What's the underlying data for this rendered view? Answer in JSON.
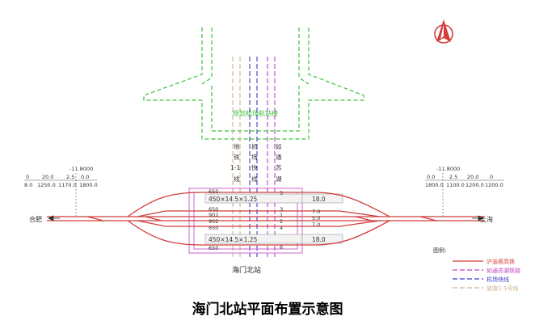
{
  "caption": "海门北站平面布置示意图",
  "station_name": "海门北站",
  "terminal_building_label": "规划机场航站楼",
  "vertical_line_labels": {
    "metro": "地铁1-1线",
    "airport_express": "机场快线",
    "jiangsu_lake": "如通苏湖"
  },
  "city_west": "合肥",
  "city_east": "上海",
  "platforms": {
    "upper_spec": "450×14.5×1.25",
    "lower_spec": "450×14.5×1.25",
    "upper_width": "18.0",
    "lower_width": "18.0"
  },
  "track_numbers": [
    "5",
    "3",
    "1",
    "2",
    "4",
    "6"
  ],
  "track_spacings_left": [
    "650",
    "650",
    "902",
    "902",
    "650",
    "650"
  ],
  "track_spacings_right": [
    "7.0",
    "5.0",
    "7.0"
  ],
  "west_profile": {
    "elevation": "-11.8000",
    "grades": [
      "0",
      "20.0",
      "2.5",
      "0.0"
    ],
    "lengths": [
      "8.0",
      "1250.0",
      "1170.0",
      "1800.0"
    ]
  },
  "east_profile": {
    "elevation": "-11.8000",
    "grades": [
      "0.0",
      "2.5",
      "20.0",
      "0"
    ],
    "lengths": [
      "1800.0",
      "1100.0",
      "1200.0",
      "1200.0"
    ]
  },
  "legend": {
    "title": "图例:",
    "items": [
      {
        "label": "沪渝蓉高铁",
        "color": "#d23c3c"
      },
      {
        "label": "如通苏湖铁路",
        "color": "#c040c0"
      },
      {
        "label": "机场快线",
        "color": "#3a3ac8"
      },
      {
        "label": "旅游1-1号线",
        "color": "#d0b090"
      }
    ]
  },
  "colors": {
    "rail": "#d23c3c",
    "building": "#39c239",
    "platform": "#cc66cc",
    "dim": "#555555"
  }
}
